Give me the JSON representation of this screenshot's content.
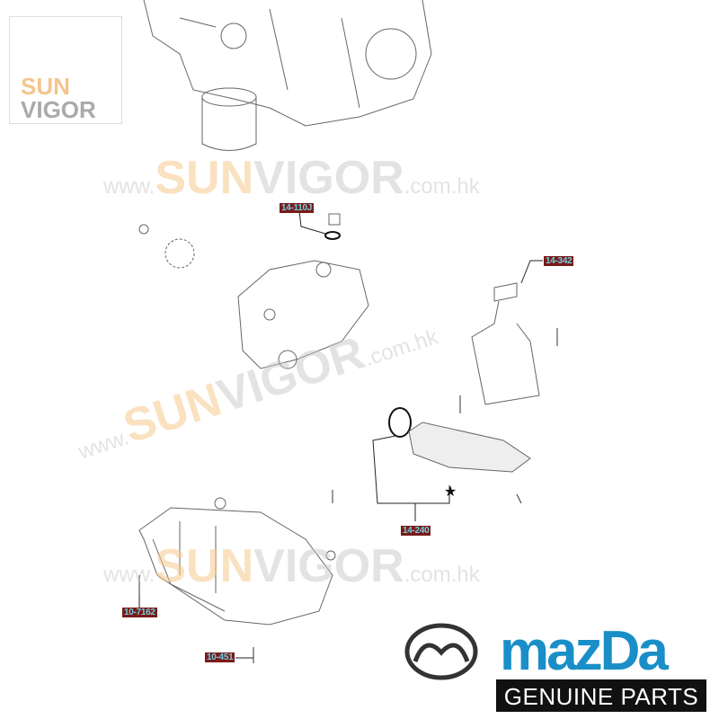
{
  "watermark": {
    "sun": "SUN",
    "vigor": "VIGOR",
    "www": "www.",
    "domain": ".com.hk"
  },
  "corner_logo": {
    "sun": "SUN",
    "vigor": "VIGOR"
  },
  "callouts": [
    "14-110J",
    "14-342",
    "14-240",
    "10-7162",
    "10-451"
  ],
  "brand": {
    "name": "mazDa",
    "tagline": "GENUINE PARTS",
    "color": "#1a8fc7"
  }
}
